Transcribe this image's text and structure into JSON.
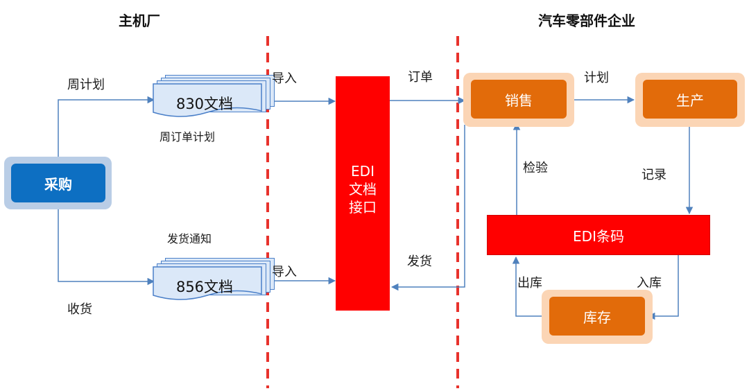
{
  "headers": {
    "left": "主机厂",
    "right": "汽车零部件企业"
  },
  "purchase": {
    "label": "采购"
  },
  "left_labels": {
    "weekly_plan": "周计划",
    "receipt": "收货"
  },
  "docs": [
    {
      "label": "830文档",
      "caption": "周订单计划",
      "action": "导入"
    },
    {
      "label": "856文档",
      "caption": "发货通知",
      "action": "导入"
    }
  ],
  "edi_interface": {
    "lines": [
      "EDI",
      "文档",
      "接口"
    ]
  },
  "flow_labels": {
    "order": "订单",
    "ship": "发货",
    "plan": "计划",
    "inspect": "检验",
    "record": "记录",
    "outbound": "出库",
    "inbound": "入库"
  },
  "nodes": {
    "sales": "销售",
    "production": "生产",
    "inventory": "库存"
  },
  "edi_barcode": {
    "label": "EDI条码"
  },
  "colors": {
    "purchase_blue": "#0d6fc2",
    "edi_red": "#ff0000",
    "node_orange": "#e26b0a",
    "node_halo": "#fbd5b5",
    "divider_red": "#e8322c",
    "arrow_blue": "#4f81bd",
    "doc_fill": "#dbe8f8"
  }
}
